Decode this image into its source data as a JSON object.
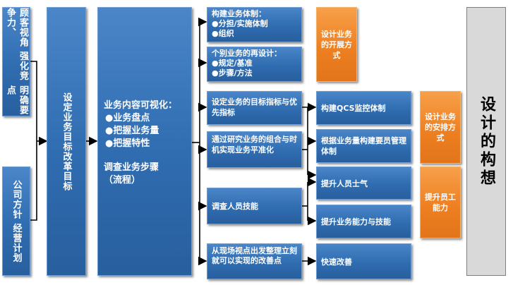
{
  "left_boxes": {
    "customer_view": [
      "顾客视角 强化竞争力、",
      "明确要点"
    ],
    "company_policy": [
      "公司方针 经营计划"
    ]
  },
  "goal_box": "设定业务目标改革目标",
  "visualization": {
    "title": "业务内容可视化：",
    "items": [
      "●业务盘点",
      "●把握业务量",
      "●把握特性"
    ],
    "survey_line1": "调查业务步骤",
    "survey_line2": "（流程）"
  },
  "mid_boxes": {
    "build_system": {
      "title": "构建业务体制：",
      "items": [
        "●分担/实施体制",
        "●组织"
      ]
    },
    "redesign": {
      "title": "个别业务的再设计：",
      "items": [
        "●规定/基准",
        "●步骤/方法"
      ]
    },
    "set_goal": "设定业务的目标指标与优先指标",
    "research": "通过研究业务的组合与时机实现业务平准化",
    "survey_skills": "调查人员技能",
    "field_view": "从现场视点出发整理立刻就可以实现的改善点"
  },
  "orange_boxes": {
    "dev_method": "设计业务的开展方式",
    "arrange_method": "设计业务的安排方式",
    "improve_ability": "提升员工能力"
  },
  "right_boxes": {
    "qcs": "构建QCS监控体制",
    "staffing": "根据业务量构建要员管理体制",
    "morale": "提升人员士气",
    "ability": "提升业务能力与技能",
    "quick": "快速改善"
  },
  "concept": "设计的构想"
}
